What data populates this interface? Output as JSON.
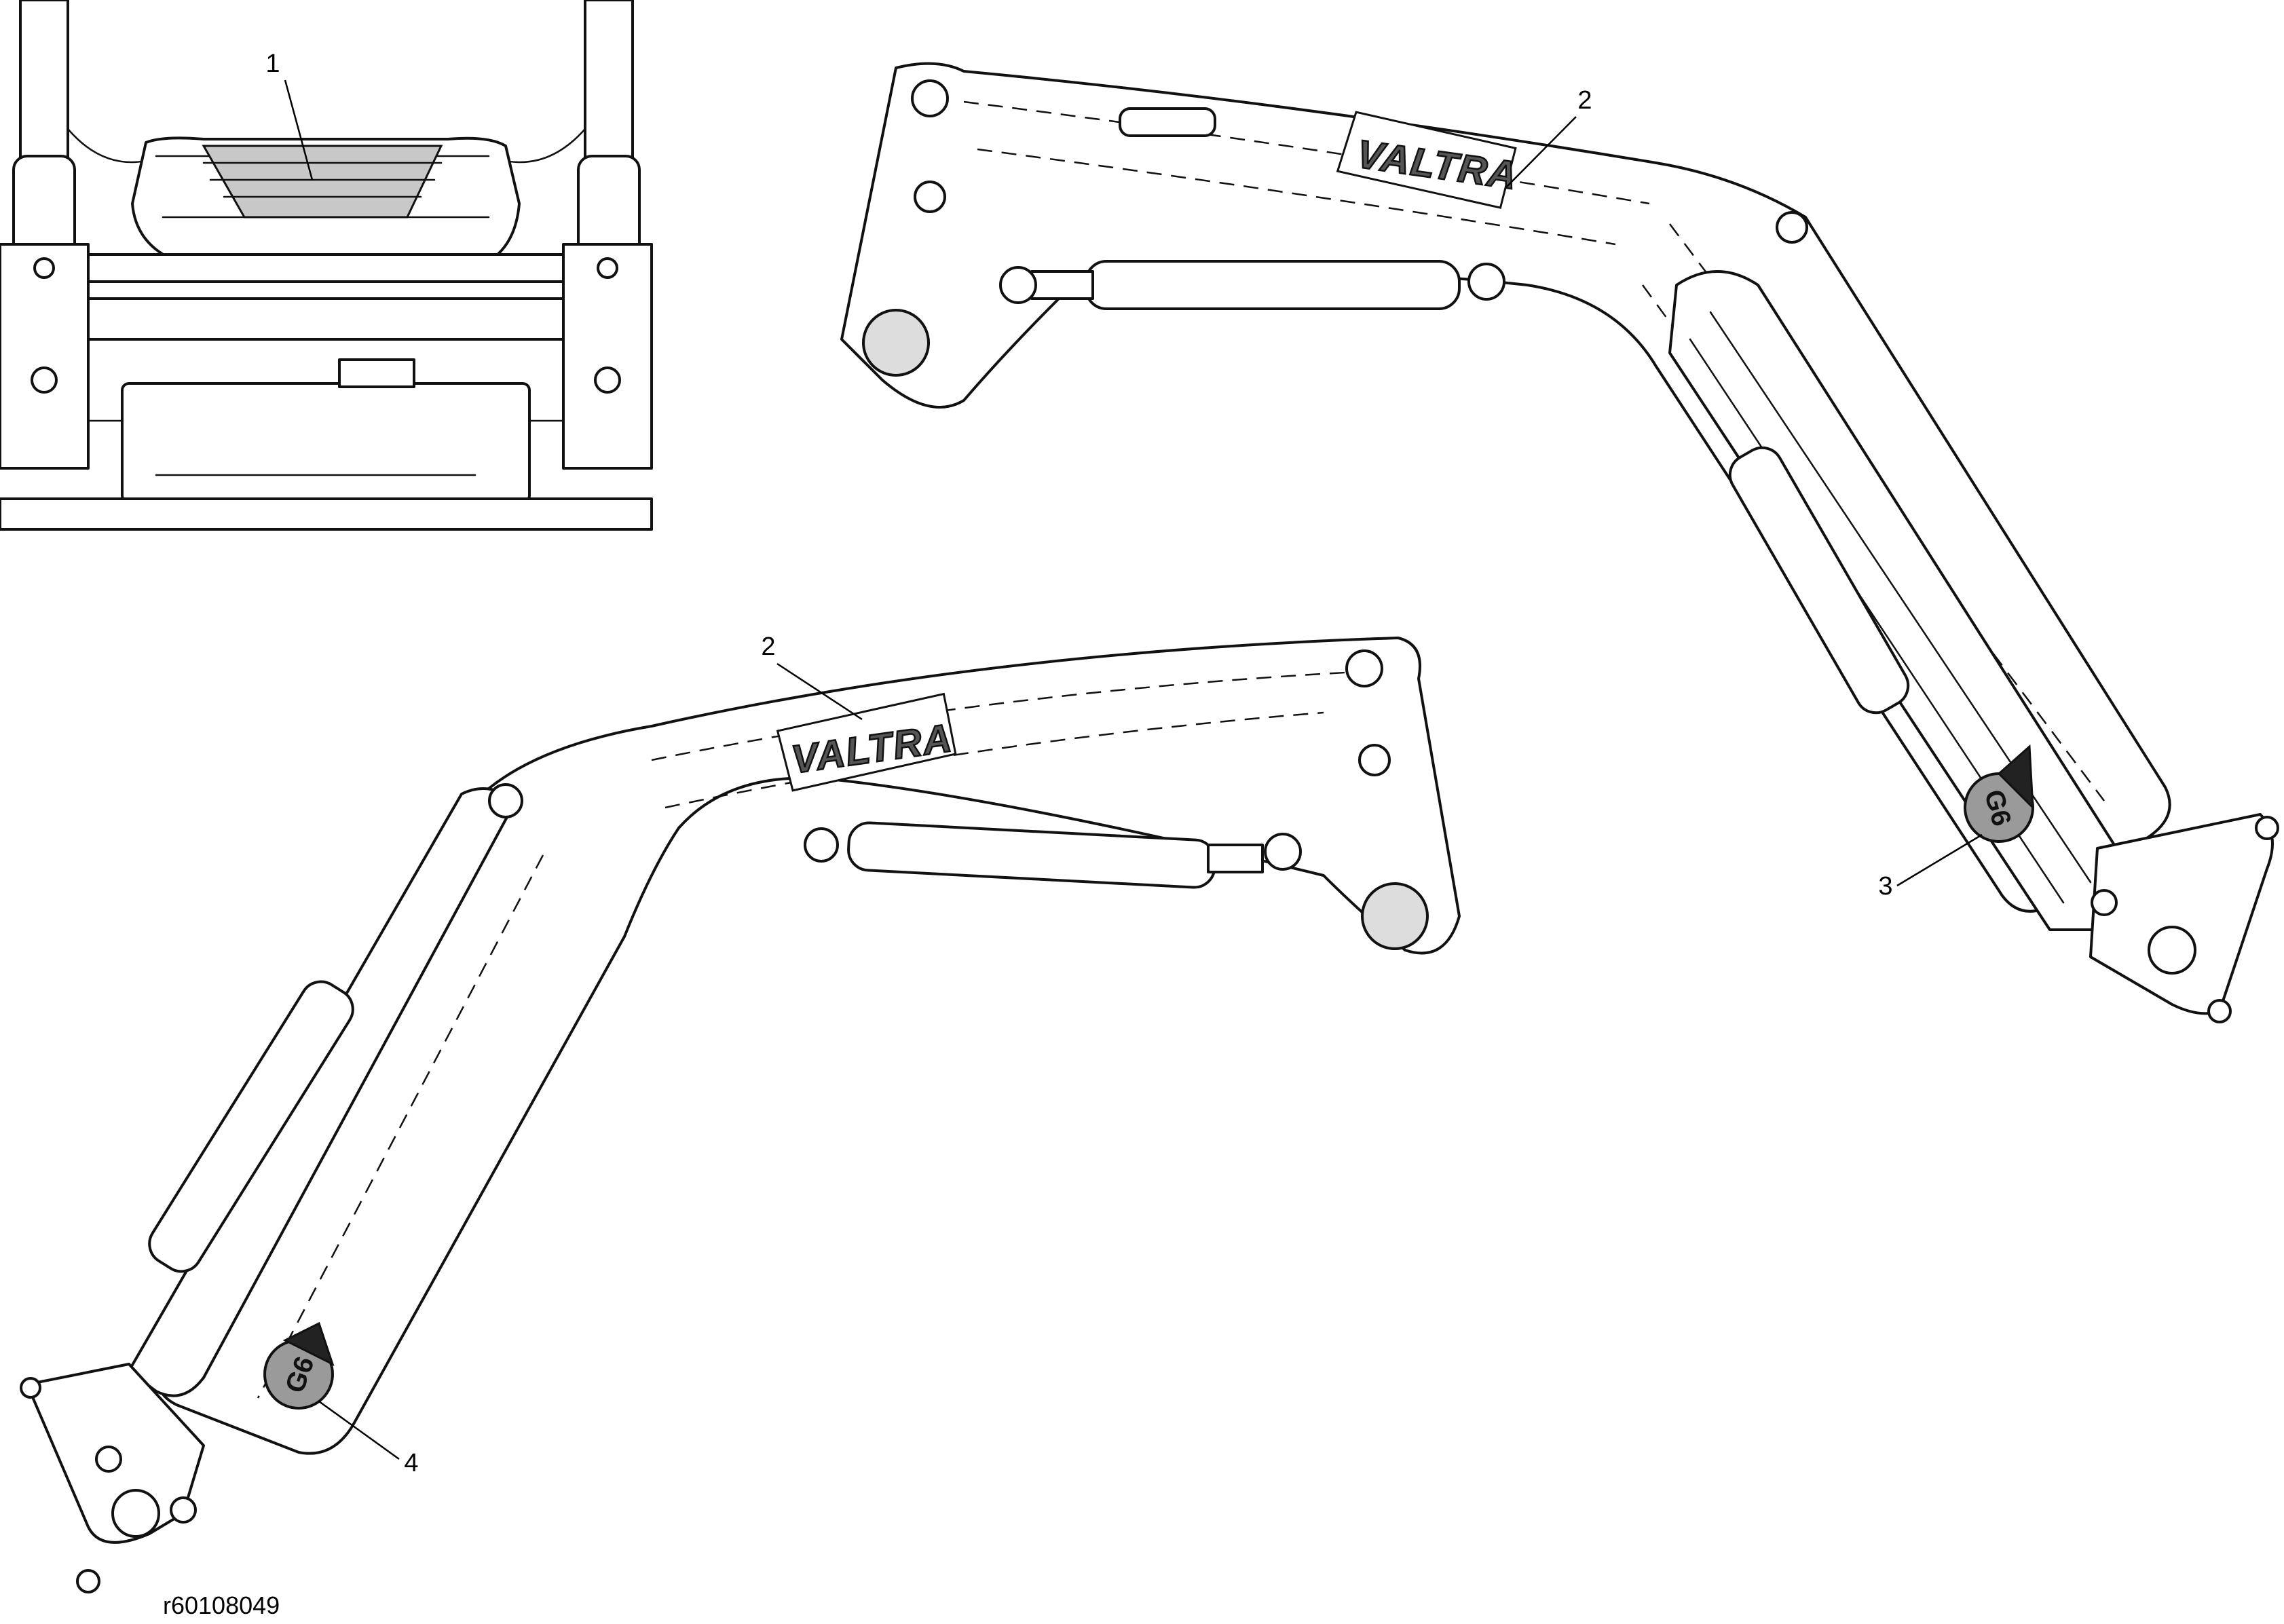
{
  "callouts": [
    {
      "id": "callout-1",
      "label": "1"
    },
    {
      "id": "callout-2a",
      "label": "2"
    },
    {
      "id": "callout-2b",
      "label": "2"
    },
    {
      "id": "callout-3",
      "label": "3"
    },
    {
      "id": "callout-4",
      "label": "4"
    }
  ],
  "decals": {
    "brand_text": "VALTRA",
    "model_badge": "G6"
  },
  "drawing_reference": "r60108049"
}
